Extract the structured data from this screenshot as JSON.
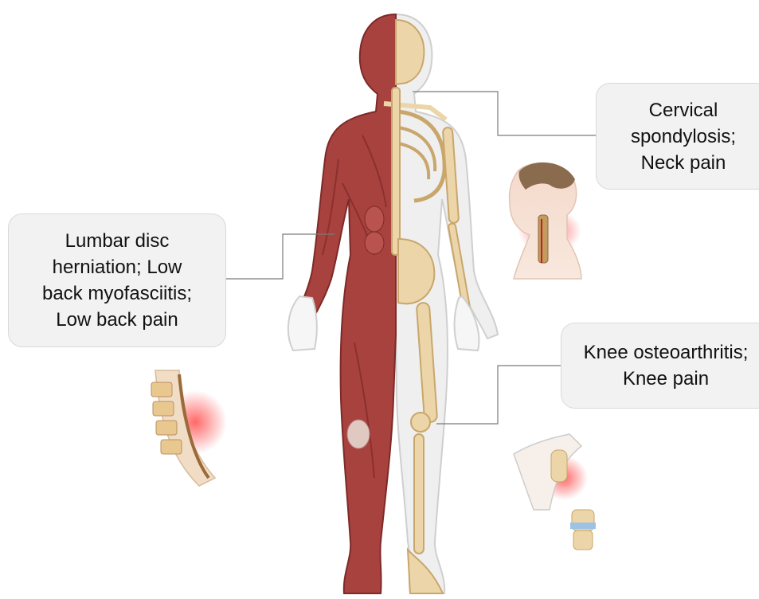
{
  "labels": {
    "neck": [
      "Cervical",
      "spondylosis;",
      "Neck pain"
    ],
    "back": [
      "Lumbar disc",
      "herniation; Low",
      "back myofasciitis;",
      "Low back pain"
    ],
    "knee": [
      "Knee osteoarthritis;",
      "Knee pain"
    ]
  },
  "colors": {
    "muscle": "#a8423f",
    "muscle_dark": "#7d2a28",
    "bone": "#ecd6a9",
    "bone_stroke": "#c9a66b",
    "skin_outline": "#d4d4d4",
    "body_fill": "#eeeeee",
    "pain_glow": "#ff5a5a",
    "leader_line": "#7a7a7a"
  }
}
